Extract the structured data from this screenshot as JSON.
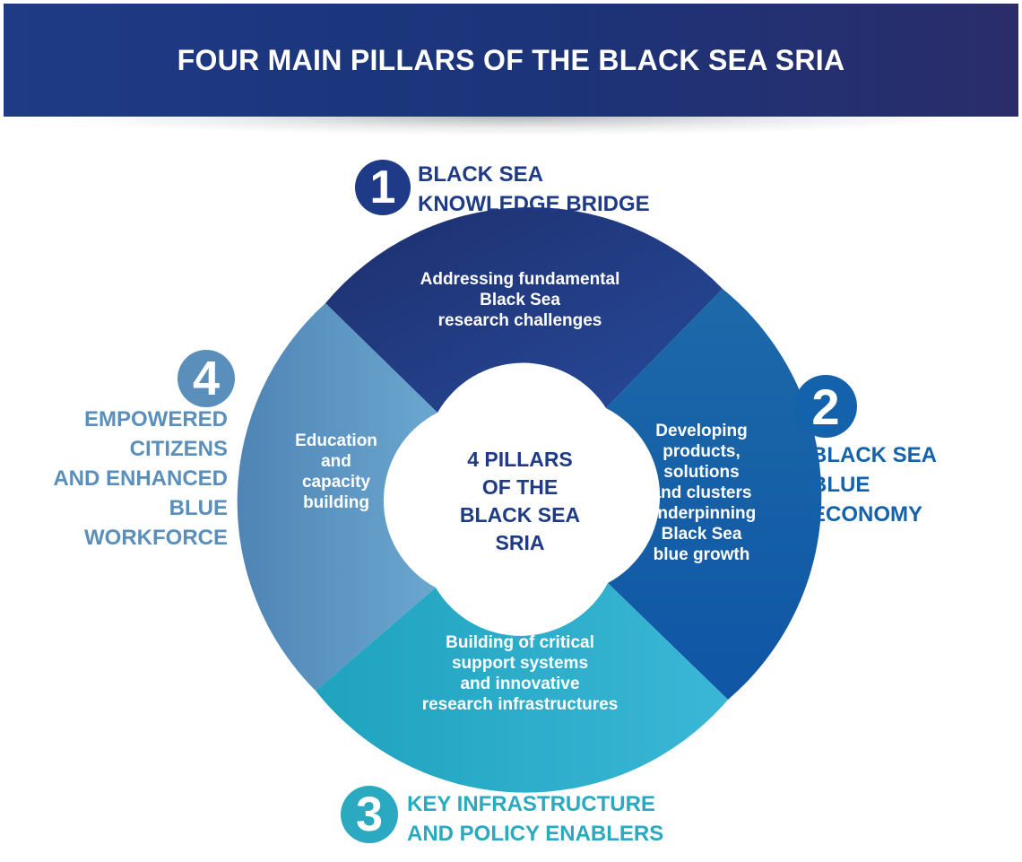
{
  "banner": {
    "title": "FOUR MAIN PILLARS OF THE BLACK SEA SRIA"
  },
  "center": {
    "text": "4 PILLARS\nOF THE\nBLACK SEA\nSRIA"
  },
  "pillars": [
    {
      "number": "1",
      "title": "BLACK SEA\nKNOWLEDGE BRIDGE",
      "description": "Addressing fundamental\nBlack Sea\nresearch challenges",
      "color": "#1f3a86"
    },
    {
      "number": "2",
      "title": "BLACK SEA\nBLUE\nECONOMY",
      "description": "Developing\nproducts,\nsolutions\nand clusters\nunderpinning\nBlack Sea\nblue growth",
      "color": "#1462ab"
    },
    {
      "number": "3",
      "title": "KEY INFRASTRUCTURE\nAND POLICY ENABLERS",
      "description": "Building of critical\nsupport systems\nand innovative\nresearch infrastructures",
      "color": "#2aa9c0"
    },
    {
      "number": "4",
      "title": "EMPOWERED\nCITIZENS\nAND ENHANCED\nBLUE\nWORKFORCE",
      "description": "Education\nand\ncapacity\nbuilding",
      "color": "#5a8fbc"
    }
  ]
}
